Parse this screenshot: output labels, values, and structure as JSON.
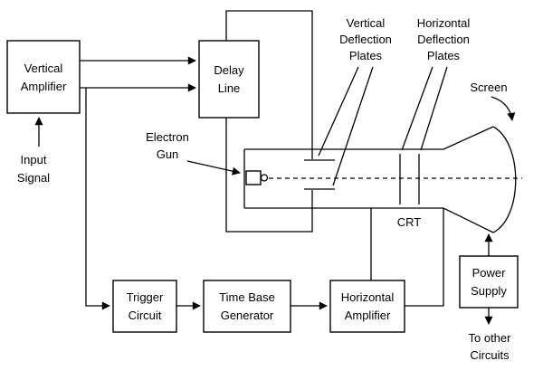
{
  "blocks": {
    "vertical_amplifier": [
      "Vertical",
      "Amplifier"
    ],
    "delay_line": [
      "Delay",
      "Line"
    ],
    "trigger_circuit": [
      "Trigger",
      "Circuit"
    ],
    "time_base_generator": [
      "Time Base",
      "Generator"
    ],
    "horizontal_amplifier": [
      "Horizontal",
      "Amplifier"
    ],
    "power_supply": [
      "Power",
      "Supply"
    ]
  },
  "labels": {
    "input_signal": [
      "Input",
      "Signal"
    ],
    "electron_gun": [
      "Electron",
      "Gun"
    ],
    "vertical_deflection_plates": [
      "Vertical",
      "Deflection",
      "Plates"
    ],
    "horizontal_deflection_plates": [
      "Horizontal",
      "Deflection",
      "Plates"
    ],
    "screen": "Screen",
    "crt": "CRT",
    "to_other_circuits": [
      "To other",
      "Circuits"
    ]
  },
  "colors": {
    "stroke": "#000000",
    "text": "#000000",
    "background": "#ffffff"
  }
}
